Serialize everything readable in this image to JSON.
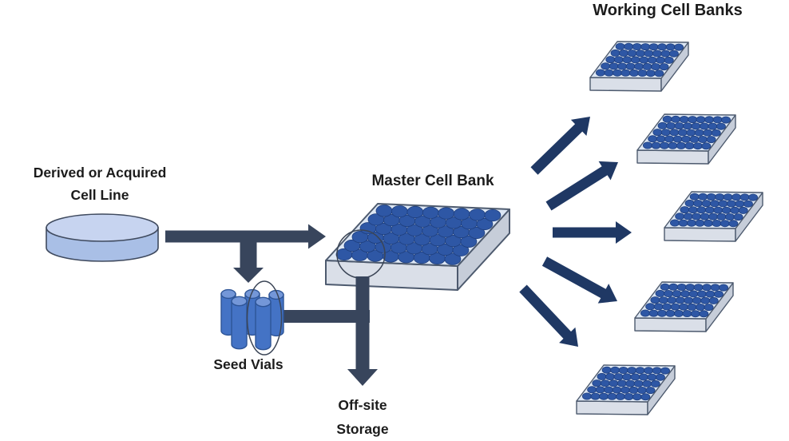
{
  "diagram": {
    "labels": {
      "cell_line_1": "Derived or Acquired",
      "cell_line_2": "Cell Line",
      "seed_vials": "Seed Vials",
      "master_cell_bank": "Master Cell Bank",
      "working_cell_banks": "Working Cell Banks",
      "offsite_1": "Off-site",
      "offsite_2": "Storage"
    },
    "working_bank_count": 5,
    "colors": {
      "background": "#ffffff",
      "text": "#1c1c1c",
      "flow_arrow": "#38455c",
      "radiating_arrow": "#1f3864",
      "plate_top": "#dde7f4",
      "plate_front": "#dadfe8",
      "plate_side": "#c6cdd9",
      "plate_stroke": "#4d5a6e",
      "well_fill": "#2e57a5",
      "well_stroke": "#1f3f7d",
      "cylinder_body": "#a9bfe6",
      "cylinder_top": "#c7d4f0",
      "cylinder_stroke": "#3f4a5e",
      "vial_body": "#4473c5",
      "vial_top": "#7497d8",
      "vial_stroke": "#2e5597",
      "annotation": "#3b4556"
    }
  }
}
